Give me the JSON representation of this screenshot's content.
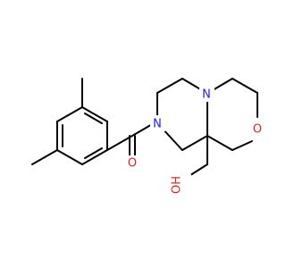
{
  "molecule": {
    "atom_labels": {
      "nitrogen_amide": "N",
      "nitrogen_bridge": "N",
      "oxygen_ring": "O",
      "oxygen_carbonyl": "O",
      "hydroxyl": "OH"
    },
    "colors": {
      "bond": "#000000",
      "nitrogen": "#1f1fe0",
      "oxygen": "#e02020",
      "background": "#ffffff"
    }
  }
}
